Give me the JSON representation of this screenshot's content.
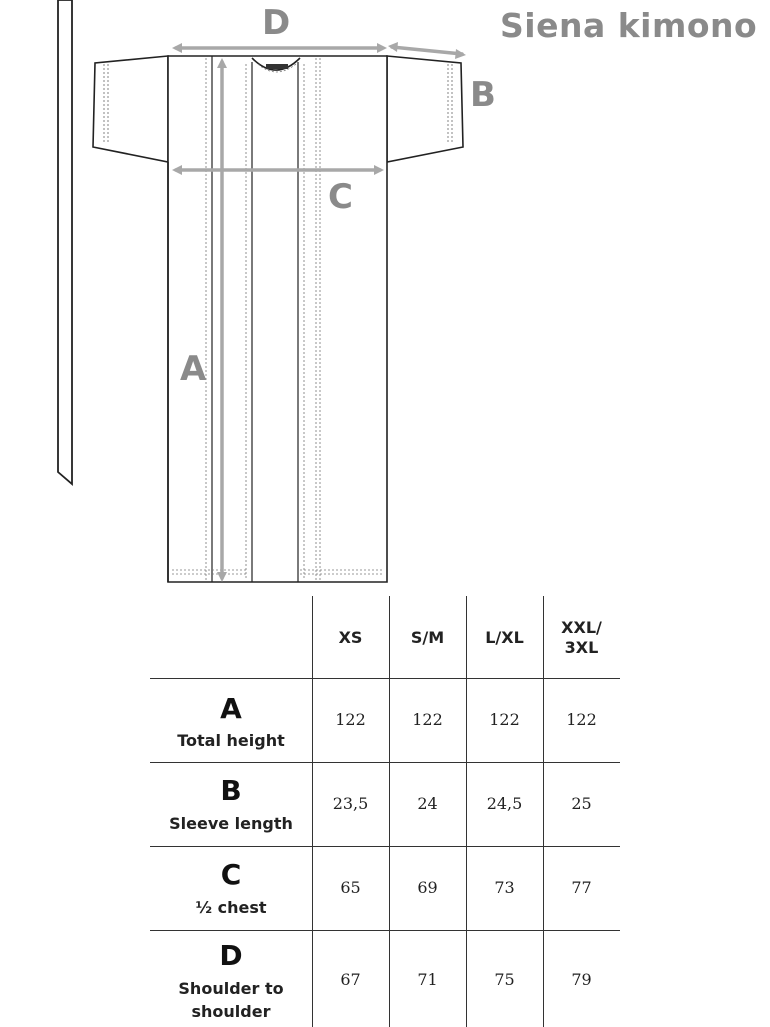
{
  "title": "Siena kimono",
  "dimension_labels": {
    "a": "A",
    "b": "B",
    "c": "C",
    "d": "D"
  },
  "size_table": {
    "columns": [
      "XS",
      "S/M",
      "L/XL",
      "XXL/\n3XL"
    ],
    "rows": [
      {
        "letter": "A",
        "label": "Total height",
        "values": [
          "122",
          "122",
          "122",
          "122"
        ]
      },
      {
        "letter": "B",
        "label": "Sleeve length",
        "values": [
          "23,5",
          "24",
          "24,5",
          "25"
        ]
      },
      {
        "letter": "C",
        "label": "½ chest",
        "values": [
          "65",
          "69",
          "73",
          "77"
        ]
      },
      {
        "letter": "D",
        "label": "Shoulder to\nshoulder",
        "values": [
          "67",
          "71",
          "75",
          "79"
        ]
      }
    ]
  },
  "colors": {
    "outline": "#222222",
    "measure": "#a8a8a8",
    "label": "#8a8a8a"
  }
}
